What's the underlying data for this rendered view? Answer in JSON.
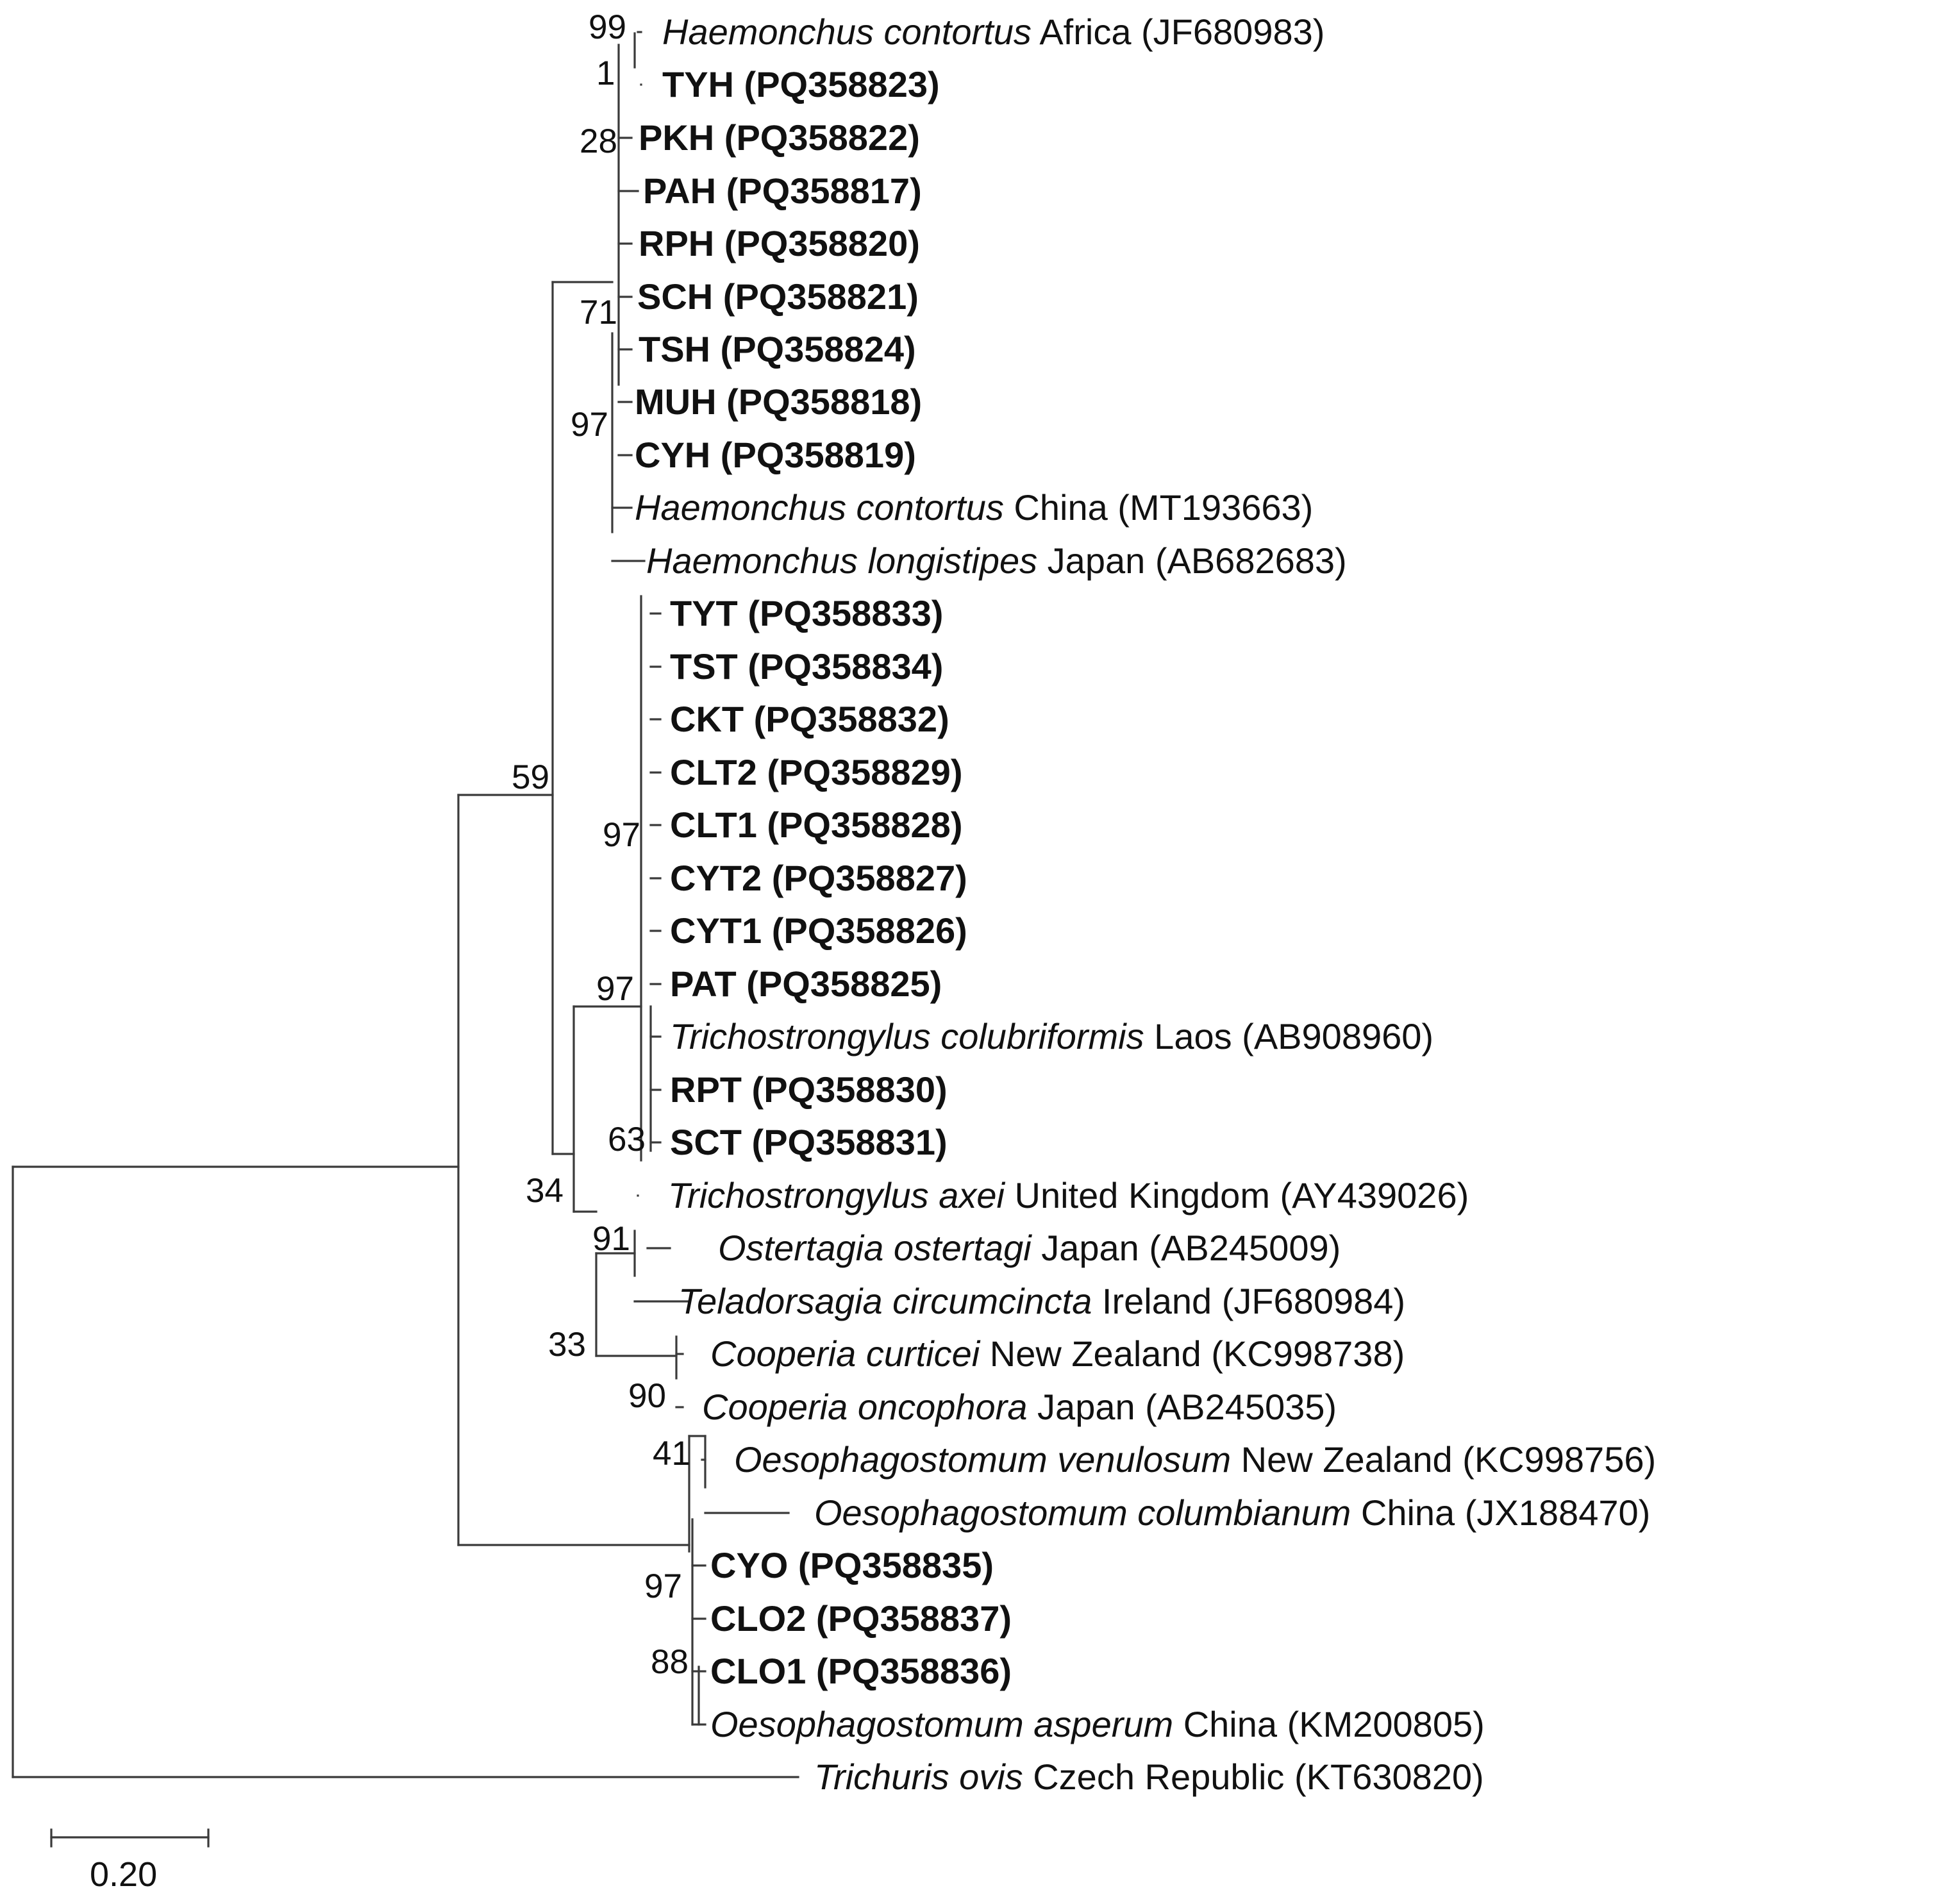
{
  "figure": {
    "type": "phylogenetic_tree",
    "scale_bar_label": "0.20",
    "taxa": [
      {
        "id": "t1",
        "species": "Haemonchus contortus",
        "rest": " Africa (JF680983)",
        "bold": false
      },
      {
        "id": "t2",
        "label": "TYH (PQ358823)",
        "bold": true
      },
      {
        "id": "t3",
        "label": "PKH (PQ358822)",
        "bold": true
      },
      {
        "id": "t4",
        "label": "PAH (PQ358817)",
        "bold": true
      },
      {
        "id": "t5",
        "label": "RPH (PQ358820)",
        "bold": true
      },
      {
        "id": "t6",
        "label": "SCH (PQ358821)",
        "bold": true
      },
      {
        "id": "t7",
        "label": "TSH (PQ358824)",
        "bold": true
      },
      {
        "id": "t8",
        "label": "MUH (PQ358818)",
        "bold": true
      },
      {
        "id": "t9",
        "label": "CYH (PQ358819)",
        "bold": true
      },
      {
        "id": "t10",
        "species": "Haemonchus contortus",
        "rest": " China  (MT193663)",
        "bold": false
      },
      {
        "id": "t11",
        "species": "Haemonchus longistipes",
        "rest": " Japan  (AB682683)",
        "bold": false
      },
      {
        "id": "t12",
        "label": "TYT (PQ358833)",
        "bold": true
      },
      {
        "id": "t13",
        "label": "TST (PQ358834)",
        "bold": true
      },
      {
        "id": "t14",
        "label": "CKT (PQ358832)",
        "bold": true
      },
      {
        "id": "t15",
        "label": "CLT2 (PQ358829)",
        "bold": true
      },
      {
        "id": "t16",
        "label": "CLT1 (PQ358828)",
        "bold": true
      },
      {
        "id": "t17",
        "label": "CYT2 (PQ358827)",
        "bold": true
      },
      {
        "id": "t18",
        "label": "CYT1 (PQ358826)",
        "bold": true
      },
      {
        "id": "t19",
        "label": "PAT (PQ358825)",
        "bold": true
      },
      {
        "id": "t20",
        "species": "Trichostrongylus colubriformis",
        "rest": " Laos  (AB908960)",
        "bold": false
      },
      {
        "id": "t21",
        "label": "RPT (PQ358830)",
        "bold": true
      },
      {
        "id": "t22",
        "label": "SCT (PQ358831)",
        "bold": true
      },
      {
        "id": "t23",
        "species": "Trichostrongylus axei",
        "rest": " United Kingdom  (AY439026)",
        "bold": false
      },
      {
        "id": "t24",
        "species": "Ostertagia ostertagi",
        "rest": " Japan  (AB245009)",
        "bold": false
      },
      {
        "id": "t25",
        "species": "Teladorsagia circumcincta",
        "rest": " Ireland  (JF680984)",
        "bold": false
      },
      {
        "id": "t26",
        "species": "Cooperia curticei",
        "rest": " New Zealand  (KC998738)",
        "bold": false
      },
      {
        "id": "t27",
        "species": "Cooperia oncophora",
        "rest": " Japan  (AB245035)",
        "bold": false
      },
      {
        "id": "t28",
        "species": "Oesophagostomum venulosum",
        "rest": " New Zealand  (KC998756)",
        "bold": false
      },
      {
        "id": "t29",
        "species": "Oesophagostomum columbianum",
        "rest": " China  (JX188470)",
        "bold": false
      },
      {
        "id": "t30",
        "label": "CYO (PQ358835)",
        "bold": true
      },
      {
        "id": "t31",
        "label": "CLO2 (PQ358837)",
        "bold": true
      },
      {
        "id": "t32",
        "label": "CLO1 (PQ358836)",
        "bold": true
      },
      {
        "id": "t33",
        "species": "Oesophagostomum asperum",
        "rest": " China  (KM200805)",
        "bold": false
      },
      {
        "id": "t34",
        "species": "Trichuris ovis",
        "rest": " Czech Republic  (KT630820)",
        "bold": false
      }
    ],
    "bootstrap_values": [
      "99",
      "1",
      "28",
      "71",
      "97",
      "59",
      "97",
      "97",
      "63",
      "34",
      "91",
      "33",
      "90",
      "41",
      "97",
      "88"
    ]
  }
}
